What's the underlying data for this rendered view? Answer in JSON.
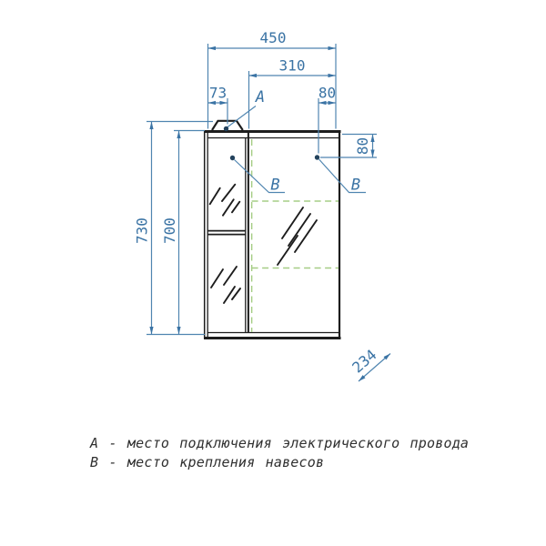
{
  "drawing": {
    "dimensions": {
      "overall_width_mm": "450",
      "open_section_width_mm": "310",
      "left_hinge_offset_mm": "73",
      "top_hinge_offset_mm": "80",
      "side_hinge_offset_mm": "80",
      "overall_height_mm": "730",
      "body_height_mm": "700",
      "depth_mm": "234"
    },
    "callouts": {
      "a_label": "A",
      "b_label_left": "B",
      "b_label_right": "B"
    }
  },
  "legend": {
    "line_a": "А - место подключения электрического провода",
    "line_b": "В - место крепления навесов"
  },
  "colors": {
    "dimension_blue_line": "#4f85b0",
    "dimension_blue_text": "#3a73a4",
    "marker_dot_navy": "#23425c",
    "drawing_outline_black": "#1d1d1d",
    "shelf_dashed_green": "#a6cd86",
    "legend_text": "#2f2f2f",
    "background": "#ffffff"
  }
}
